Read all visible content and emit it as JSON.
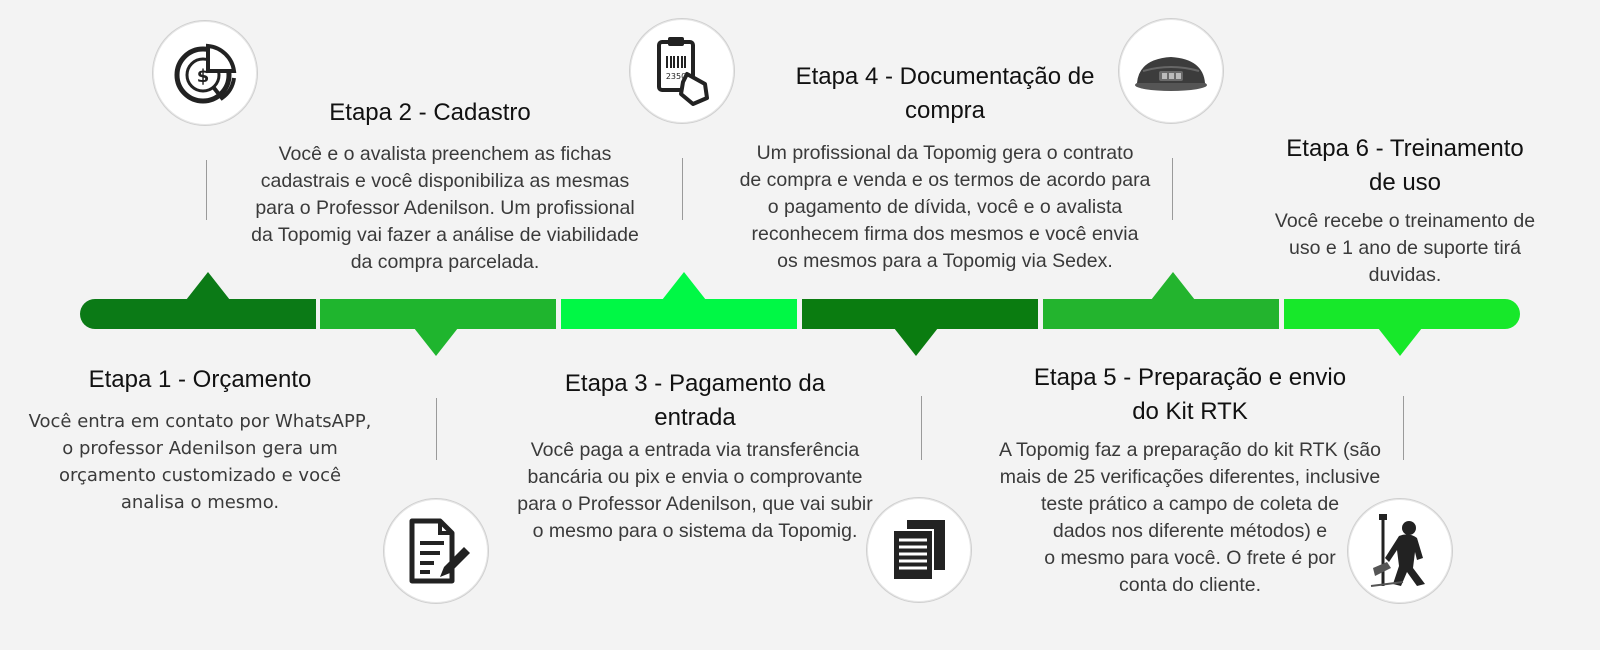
{
  "colors": {
    "seg1": "#0b7a16",
    "seg2": "#1fb52e",
    "seg3": "#00f845",
    "seg4": "#0a7c10",
    "seg5": "#23b42e",
    "seg6": "#17e82a"
  },
  "steps": [
    {
      "title": "Etapa 1 - Orçamento",
      "desc": [
        "Você entra em contato por WhatsAPP,",
        "o professor Adenilson gera um",
        "orçamento customizado e você",
        "analisa o mesmo."
      ],
      "icon": "document-pen-icon"
    },
    {
      "title": "Etapa 2 - Cadastro",
      "desc": [
        "Você e o avalista preenchem as fichas",
        "cadastrais e você disponibiliza as mesmas",
        "para o Professor Adenilson. Um profissional",
        "da Topomig vai fazer a análise de viabilidade",
        "da compra parcelada."
      ],
      "icon": "dollar-pie-chart-icon"
    },
    {
      "title": [
        "Etapa 3 - Pagamento da",
        "entrada"
      ],
      "desc": [
        "Você paga a entrada via transferência",
        "bancária ou pix e envia o comprovante",
        "para o Professor Adenilson, que vai subir",
        "o mesmo para o sistema da Topomig."
      ],
      "icon": "invoice-hand-icon",
      "icon_text": "2350"
    },
    {
      "title": [
        "Etapa 4 - Documentação de",
        "compra"
      ],
      "desc": [
        "Um profissional da Topomig gera o contrato",
        "de compra e venda e os termos de acordo para",
        "o pagamento de dívida, você e o avalista",
        "reconhecem firma dos mesmos e você envia",
        "os mesmos para a Topomig via Sedex."
      ],
      "icon": "documents-stack-icon"
    },
    {
      "title": [
        "Etapa 5 - Preparação e envio",
        "do Kit RTK"
      ],
      "desc": [
        "A Topomig faz a preparação do kit RTK (são",
        "mais de 25 verificações diferentes, inclusive",
        "teste prático a campo de coleta de",
        "dados nos diferente métodos) e",
        "o mesmo para você. O frete é por",
        "conta do cliente."
      ],
      "icon": "gnss-receiver-icon"
    },
    {
      "title": [
        "Etapa 6 - Treinamento",
        "de uso"
      ],
      "desc": [
        "Você recebe o treinamento de",
        "uso e 1 ano de suporte tirá",
        "duvidas."
      ],
      "icon": "surveyor-icon"
    }
  ]
}
